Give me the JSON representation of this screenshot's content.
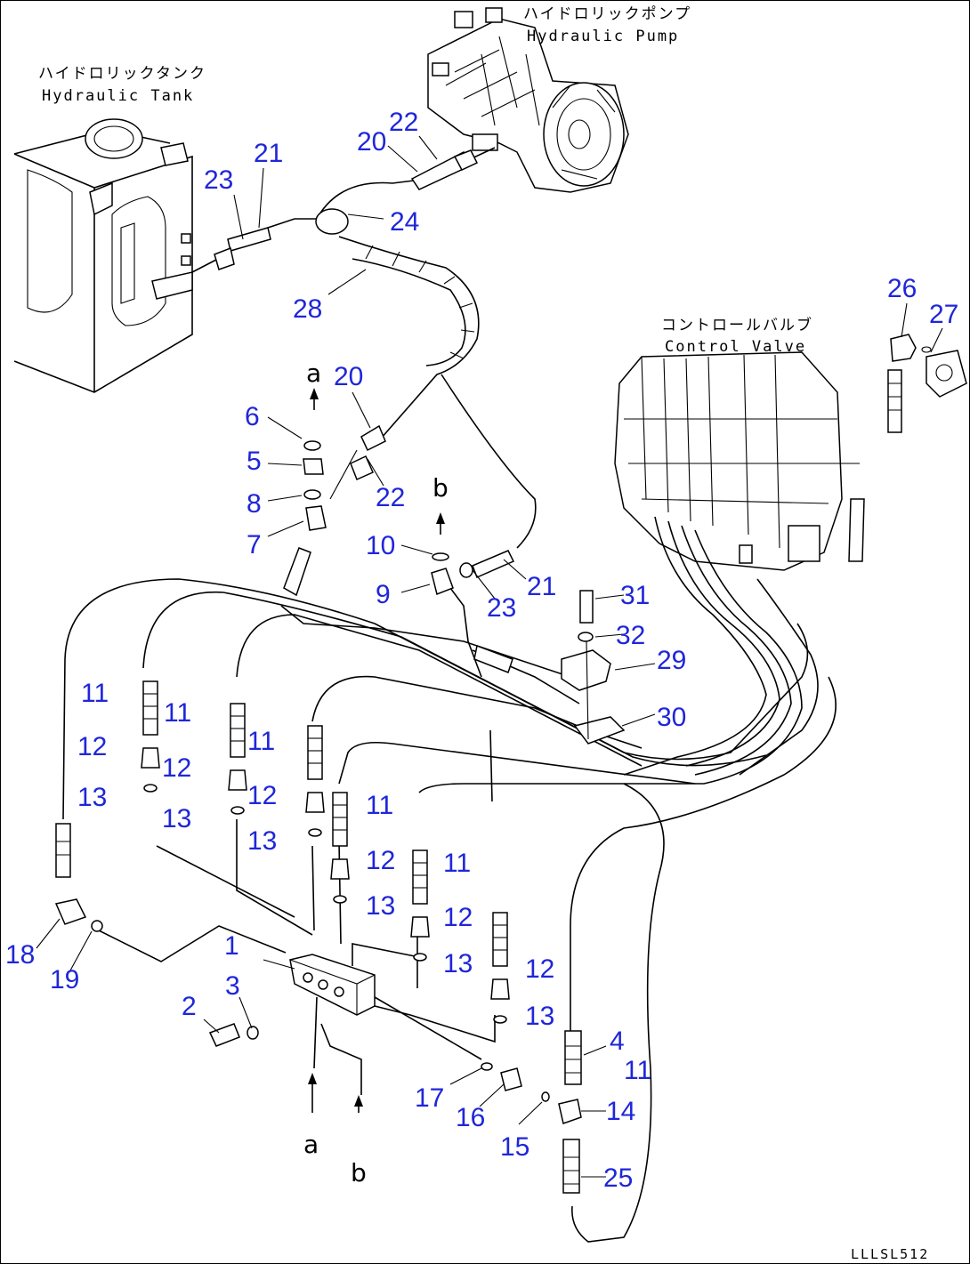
{
  "diagram": {
    "components": {
      "hydraulic_tank": {
        "jp": "ハイドロリックタンク",
        "en": "Hydraulic Tank"
      },
      "hydraulic_pump": {
        "jp": "ハイドロリックポンプ",
        "en": "Hydraulic Pump"
      },
      "control_valve": {
        "jp": "コントロールバルブ",
        "en": "Control Valve"
      }
    },
    "callouts": [
      "1",
      "2",
      "3",
      "4",
      "5",
      "6",
      "7",
      "8",
      "9",
      "10",
      "11",
      "11",
      "11",
      "11",
      "11",
      "11",
      "12",
      "12",
      "12",
      "12",
      "12",
      "12",
      "13",
      "13",
      "13",
      "13",
      "13",
      "13",
      "14",
      "15",
      "16",
      "17",
      "18",
      "19",
      "20",
      "20",
      "21",
      "21",
      "22",
      "22",
      "23",
      "23",
      "24",
      "25",
      "26",
      "27",
      "28",
      "29",
      "30",
      "31",
      "32"
    ],
    "connection_refs": [
      "a",
      "b",
      "a",
      "b"
    ],
    "drawing_code": "LLLSL512"
  }
}
